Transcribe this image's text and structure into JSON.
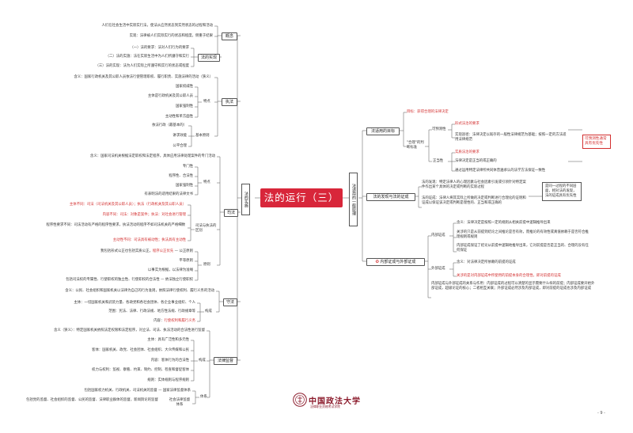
{
  "center_title": "法的运行（三）",
  "left": {
    "main_branch": "法的实施",
    "concept": {
      "label": "概念",
      "item1": "人们在社会生活中实际实行法，使法从应然状态到实然状态的过程和活动",
      "item2": "实现：法律被人们实际实行的状态和程度，侧重于结果"
    },
    "realization": {
      "label": "法的实现",
      "items": [
        "（一）法的要求：法对人们行为的要求",
        "（二）法的实施：法在实际生活中为人们所遵守和实行",
        "（三）法的实现：法为人们实际上所遵守和实行的状态或程度"
      ]
    },
    "enforcement": {
      "label": "执法",
      "meaning": "含义：国家行政机关及其公职人员依法行使管理职权、履行职责、实施法律的活动（狭义）",
      "traits_label": "特点",
      "traits": [
        "国家权威性",
        "主体是行政机关及其公职人员",
        "国家强制性",
        "主动性和单方面性"
      ],
      "principles_label": "基本原则",
      "principles": [
        "依法行政（最基本的）",
        "讲求效能",
        "公平合理"
      ]
    },
    "judicial": {
      "label": "司法",
      "meaning": "含义：国家司法机关根据法定职权和法定程序，具体应用法律处理案件的专门活动",
      "traits_label": "特点",
      "traits": [
        "专门性",
        "程序性、合法性",
        "国家强制性",
        "有表明法的适用结果的法律文书"
      ],
      "diff_label": "司法与执法的区别",
      "diffs": [
        "主体不同：司法（司法机关及其公职人员）；执法（行政机关及其公职人员）",
        "内容不同：司法：对象是案件；执法：对社会进行管理",
        "程序性要求不同：司法活动有严格的程序性要求，执法活动的程序不如司法机关的严格细致",
        "主动性不同：司法具有被动性；执法具有主动性"
      ],
      "principles_label": "原则",
      "principles": [
        "我包括形式公正也包括实质公正，",
        "平等原则",
        "以事实为根据，以法律为准绳",
        "包括司法权的专属性、行使职权的独立性、行使职权的合法性"
      ],
      "principle_red": "程序公正优先",
      "principle_tag1": "公正原则",
      "principle_tag2": "依法独立行使职权"
    },
    "compliance": {
      "label": "守法",
      "meaning": "含义：公民、社会组织和国家机关以法律为自己的行为准则，依照法律行使权利、履行义务的活动",
      "elements_label": "构成",
      "items": [
        "主体：一切国家机关和武装力量、各政党和各社会团体、各企业事业组织、个人",
        "范围：宪法、法律、行政法规、地方性法规、行政规章等"
      ],
      "content_prefix": "内容：",
      "content_red": "行使权利和履行义务"
    },
    "supervision": {
      "label": "法律监督",
      "meaning": "含义（狭义）：特定国家机关依照法定权限和法定程序，对立法、司法、执法活动的合法性进行监督",
      "elements_label": "构成",
      "items": [
        "主体：具有广泛性和多元性",
        "客体：国家机关、政党、社会团体、社会组织、大众传媒和公民",
        "内容：客体行为的合法性",
        "权力与权利：监视、察看、约束、制约、控制、检查和督促客体",
        "规则：实体规则与程序规则"
      ],
      "system_label": "体系",
      "system": [
        "包括国家权力机关、行政机关、司法机关的监督",
        "包括党的监督、社会组织的监督、公民的监督、法律职业群体的监督，新闻舆论的监督"
      ],
      "system_tag1": "国家法律监督体系",
      "system_tag2": "社会法律监督体系"
    }
  },
  "right": {
    "main_branch": "法适用的一般原理",
    "goal": {
      "label": "法适用的目标",
      "red_item": "目标：获得合理的法律决定",
      "standard_label": "\"合理\"的判断标准",
      "predictable_label": "可预测性",
      "predictable_red": "形式法治的要求",
      "predictable_text": "实现途径：法律决定以既存的一般性法律规范为基础；按照一定的方法适用法律规范",
      "correct_label": "正当性",
      "correct_red": "实质法治的要求",
      "correct_text1": "法律决定是正当的或正确的",
      "correct_text2": "通过运用特定法律所共同体普遍承认的法学方法保证一致性",
      "redbox": "可预测性通常具有优先性"
    },
    "discovery": {
      "label": "法的发现与法的证成",
      "text1": "法的发现：特定法律人的心理因素与社会因素引发或引领针对特定案件作出某个具体的决定或判断的实际过程",
      "text2": "法的证成：法律人将其实际上所做的决定或判断进行合理化的证明和证成以保证该决定或判断是理性的、正当和或正确的",
      "note": "是同一过程的不同层面，相对法的发现，法的证成具有优先性"
    },
    "justification": {
      "label": "内部证成与外部证成",
      "internal_label": "内部证成",
      "internal_text1": "含义：法律决定是按照一定的规则从相关前提中逻辑推导出来",
      "internal_red1": "关涉的只是从前提到结论之间推论是否有效，而推论的有效性或真值依赖于是否符合推理规则或规则",
      "internal_red2": "内部证成保证了结论从前提中逻辑地推导出来，它对前提是否是正当的、合理的没有任何保证",
      "external_label": "外部证成",
      "external_text1": "含义：对法律决定所依赖的前提的证成",
      "external_red1": "关涉的是对内部证成中所使用的前提本身的合理性，即对前提的证成",
      "relation_text": "内部证成与外部证成的关系与作用：内部证成的过程可以清楚的显示需要什么样的前提；内部证成要开始外部证成，超级论证的核心；二者相互关联；外部证成必然涉及内部证成，即对前提的证成也涉及内部证成"
    }
  },
  "footer": {
    "logo_text": "中国政法大学",
    "logo_sub": "法律职业资格考试学院",
    "page_number": "- 9 -"
  },
  "colors": {
    "accent_red": "#d8263a",
    "highlight_red": "#d32f2f",
    "line": "#555555",
    "logo": "#8b1a2b"
  }
}
